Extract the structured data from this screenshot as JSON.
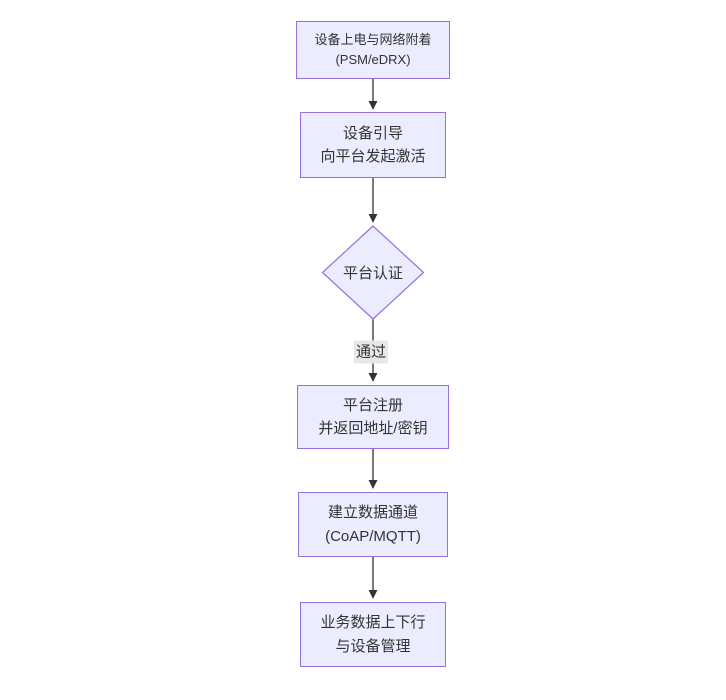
{
  "diagram": {
    "type": "flowchart-top-down",
    "nodes": [
      {
        "id": "device-power-attach",
        "shape": "rectangle",
        "lines": [
          "设备上电与网络附着",
          "(PSM/eDRX)"
        ]
      },
      {
        "id": "device-bootstrap",
        "shape": "rectangle",
        "lines": [
          "设备引导",
          "向平台发起激活"
        ]
      },
      {
        "id": "platform-auth",
        "shape": "diamond",
        "lines": [
          "平台认证"
        ]
      },
      {
        "id": "platform-register",
        "shape": "rectangle",
        "lines": [
          "平台注册",
          "并返回地址/密钥"
        ]
      },
      {
        "id": "data-channel",
        "shape": "rectangle",
        "lines": [
          "建立数据通道",
          "(CoAP/MQTT)"
        ]
      },
      {
        "id": "business-data",
        "shape": "rectangle",
        "lines": [
          "业务数据上下行",
          "与设备管理"
        ]
      }
    ],
    "edges": [
      {
        "from": "device-power-attach",
        "to": "device-bootstrap",
        "label": ""
      },
      {
        "from": "device-bootstrap",
        "to": "platform-auth",
        "label": ""
      },
      {
        "from": "platform-auth",
        "to": "platform-register",
        "label": "通过"
      },
      {
        "from": "platform-register",
        "to": "data-channel",
        "label": ""
      },
      {
        "from": "data-channel",
        "to": "business-data",
        "label": ""
      }
    ],
    "colors": {
      "node_fill": "#ECECFF",
      "node_border": "#9370DB",
      "text": "#333333",
      "arrow": "#333333",
      "edge_label_bg": "#E8E8E8",
      "background": "#FFFFFF"
    }
  }
}
